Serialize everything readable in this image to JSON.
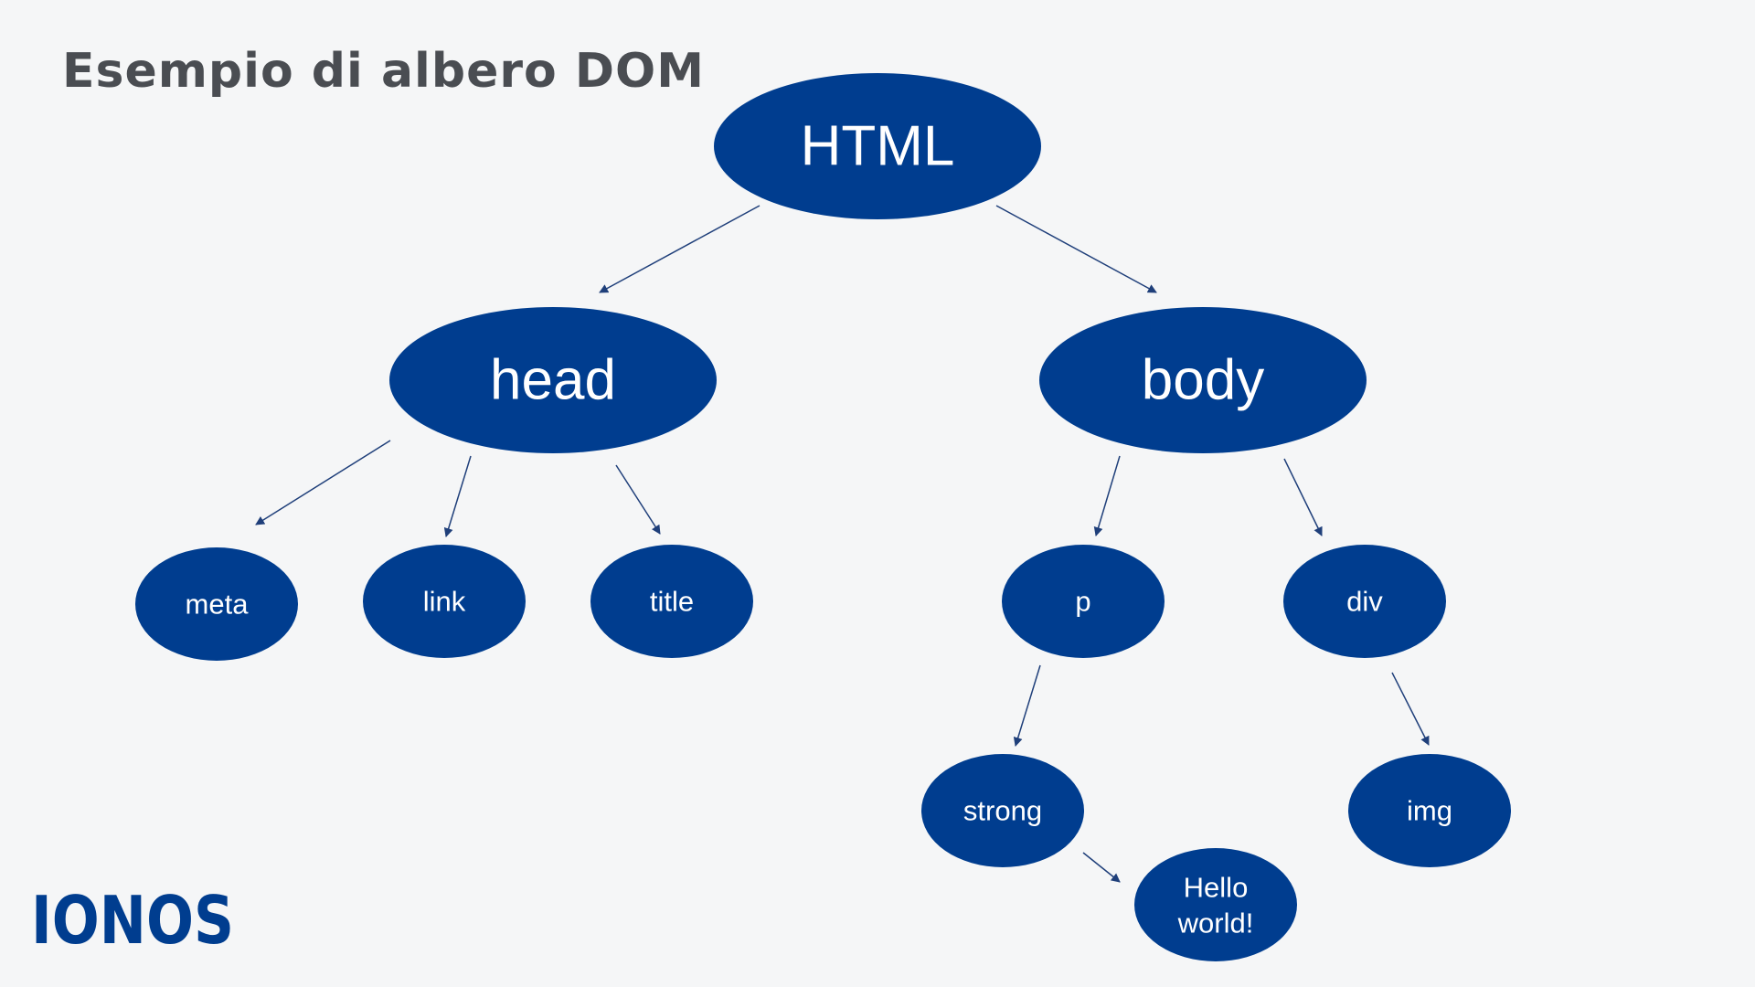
{
  "title": "Esempio di albero DOM",
  "colors": {
    "background": "#f5f6f7",
    "node_fill": "#003d8f",
    "node_text": "#ffffff",
    "edge": "#1f3f7a",
    "title_text": "#4a4d52",
    "logo": "#003d8f"
  },
  "nodes": {
    "html": "HTML",
    "head": "head",
    "body": "body",
    "meta": "meta",
    "link": "link",
    "title_tag": "title",
    "p": "p",
    "div": "div",
    "strong": "strong",
    "img": "img",
    "hello_line1": "Hello",
    "hello_line2": "world!"
  },
  "edges": [
    [
      "HTML",
      "head"
    ],
    [
      "HTML",
      "body"
    ],
    [
      "head",
      "meta"
    ],
    [
      "head",
      "link"
    ],
    [
      "head",
      "title"
    ],
    [
      "body",
      "p"
    ],
    [
      "body",
      "div"
    ],
    [
      "p",
      "strong"
    ],
    [
      "div",
      "img"
    ],
    [
      "strong",
      "Hello world!"
    ]
  ],
  "logo": {
    "text": "IONOS",
    "icon": "ionos-logo"
  }
}
